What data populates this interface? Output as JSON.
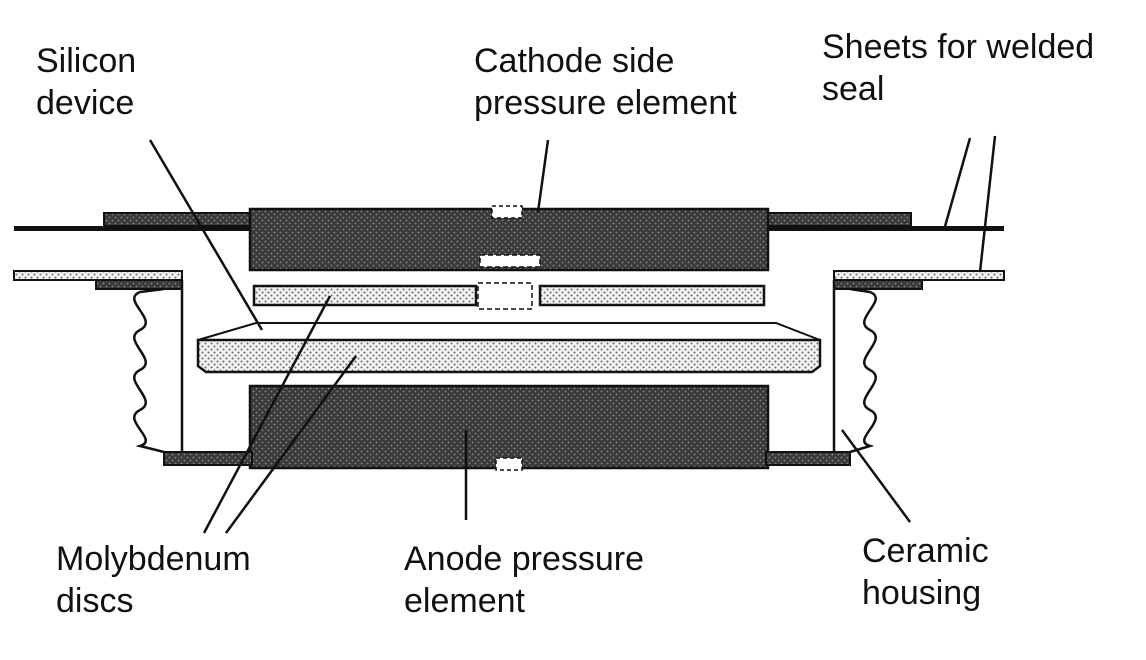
{
  "labels": {
    "silicon_device": [
      "Silicon",
      "device"
    ],
    "cathode_element": [
      "Cathode side",
      "pressure element"
    ],
    "weld_sheets": [
      "Sheets for welded",
      "seal"
    ],
    "molybdenum": [
      "Molybdenum",
      "discs"
    ],
    "anode_element": [
      "Anode pressure",
      "element"
    ],
    "ceramic_housing": [
      "Ceramic",
      "housing"
    ]
  },
  "colors": {
    "ink": "#111111",
    "dark_fill": "#3a3a3a",
    "dot_fill": "#e6e6e6",
    "background": "#ffffff"
  }
}
